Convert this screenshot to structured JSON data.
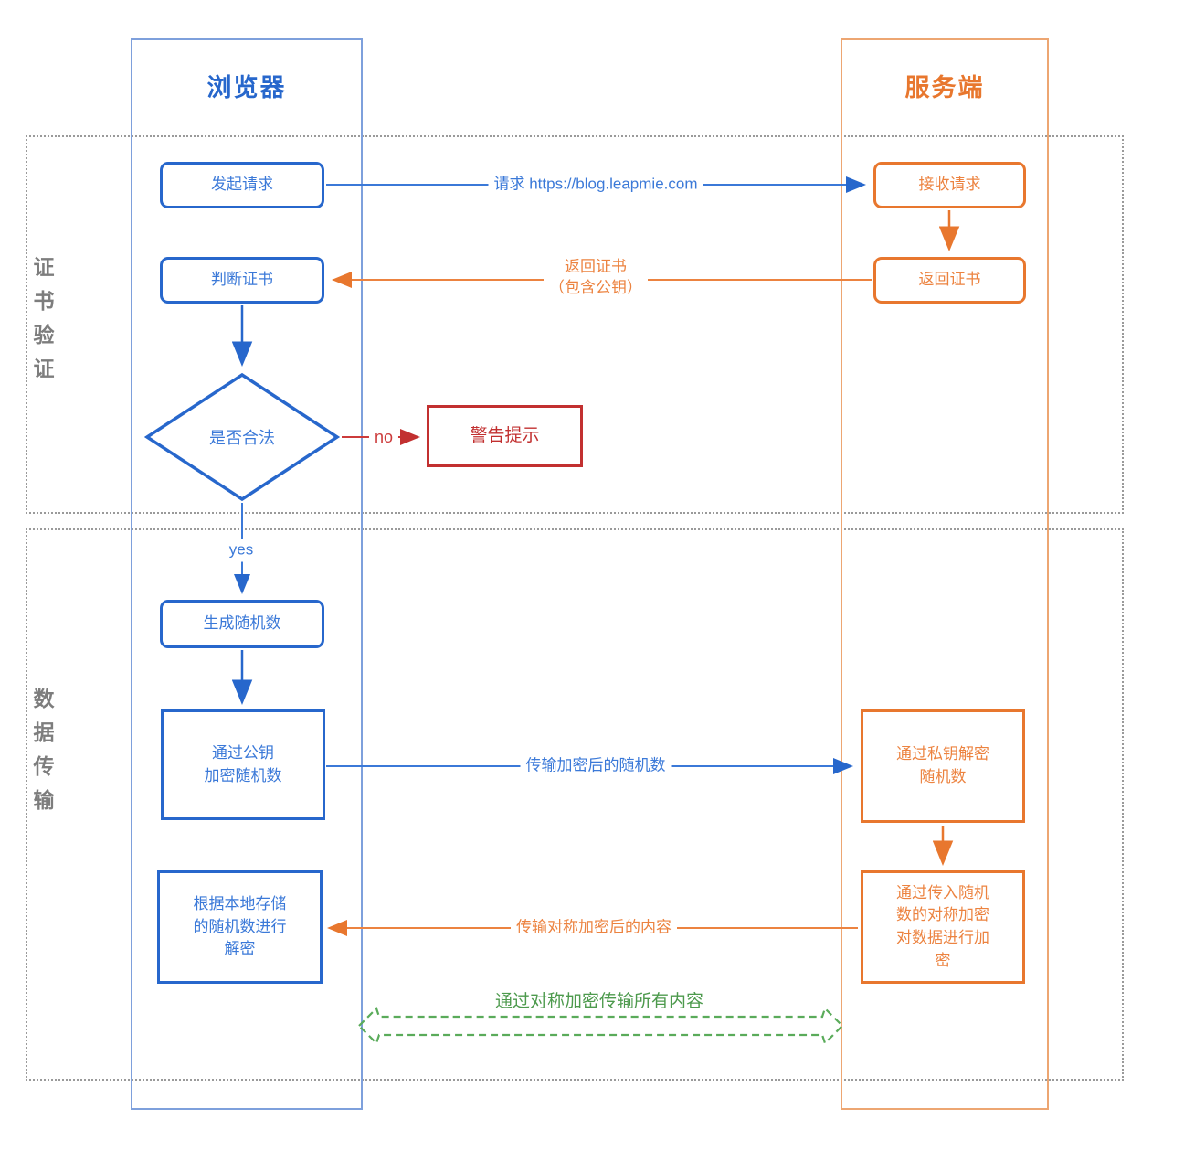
{
  "lanes": {
    "browser": {
      "title": "浏览器"
    },
    "server": {
      "title": "服务端"
    }
  },
  "sections": {
    "cert_verification": {
      "label": "证书验证"
    },
    "data_transfer": {
      "label": "数据传输"
    }
  },
  "nodes": {
    "browser": {
      "initiate_request": "发起请求",
      "judge_certificate": "判断证书",
      "is_valid": "是否合法",
      "generate_random": "生成随机数",
      "encrypt_with_public_key": "通过公钥\n加密随机数",
      "decrypt_with_local_random": "根据本地存储\n的随机数进行\n解密"
    },
    "warning": "警告提示",
    "server": {
      "receive_request": "接收请求",
      "return_certificate": "返回证书",
      "decrypt_with_private_key": "通过私钥解密\n随机数",
      "symmetric_encrypt_data": "通过传入随机\n数的对称加密\n对数据进行加\n密"
    }
  },
  "edges": {
    "request_url": "请求 https://blog.leapmie.com",
    "return_certificate": "返回证书\n（包含公钥）",
    "no": "no",
    "yes": "yes",
    "transfer_encrypted_random": "传输加密后的随机数",
    "transfer_symmetric_content": "传输对称加密后的内容",
    "symmetric_channel": "通过对称加密传输所有内容"
  },
  "colors": {
    "blue": "#2767cc",
    "orange": "#e8772e",
    "red": "#c23030",
    "green": "#5aab5a",
    "section_dotted": "#9a9a9a",
    "section_label": "#7d7d7d"
  }
}
